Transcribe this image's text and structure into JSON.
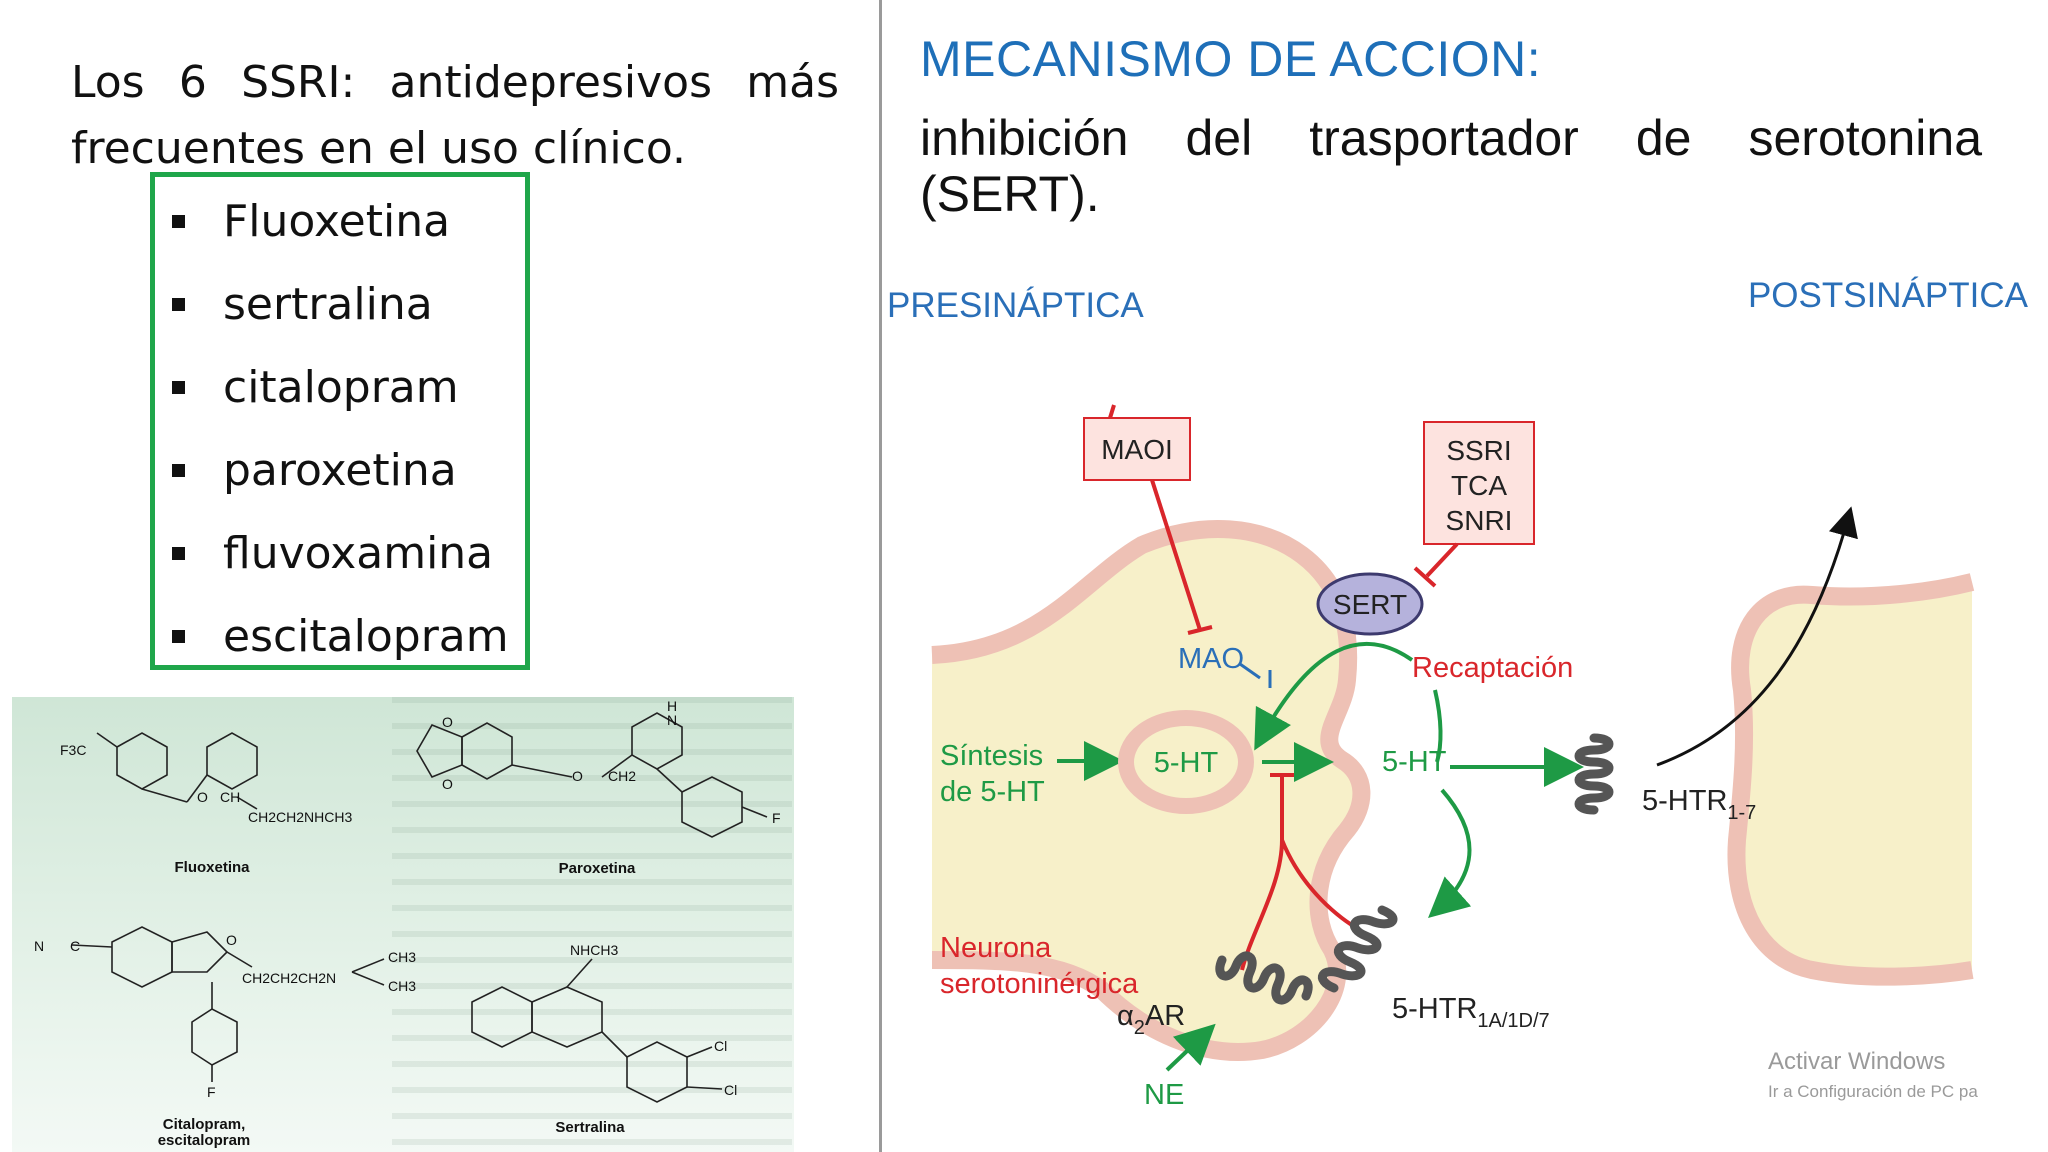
{
  "intro": {
    "words": [
      "Los",
      "6",
      "SSRI:",
      "antidepresivos",
      "más"
    ],
    "line2": "frecuentes en el uso clínico."
  },
  "drugs": [
    "Fluoxetina",
    "sertralina",
    "citalopram",
    "paroxetina",
    "fluvoxamina",
    "escitalopram"
  ],
  "structures": {
    "fluoxetina": {
      "name": "Fluoxetina",
      "labels": [
        "F3C",
        "O",
        "CH",
        "CH2CH2NHCH3"
      ]
    },
    "paroxetina": {
      "name": "Paroxetina",
      "labels": [
        "H",
        "N",
        "O",
        "O",
        "O",
        "CH2",
        "F"
      ]
    },
    "citalopram": {
      "name": "Citalopram,",
      "name2": "escitalopram",
      "labels": [
        "N",
        "C",
        "O",
        "CH2CH2CH2N",
        "CH3",
        "CH3",
        "F"
      ]
    },
    "sertralina": {
      "name": "Sertralina",
      "labels": [
        "NHCH3",
        "Cl",
        "Cl"
      ]
    }
  },
  "mechanism": {
    "title": "MECANISMO DE ACCION:",
    "text_words": [
      "inhibición",
      "del",
      "trasportador",
      "de",
      "serotonina"
    ],
    "text_line2": "(SERT)."
  },
  "diagram": {
    "presynaptic": "PRESINÁPTICA",
    "postsynaptic": "POSTSINÁPTICA",
    "maoi": "MAOI",
    "inhibitors": [
      "SSRI",
      "TCA",
      "SNRI"
    ],
    "sert": "SERT",
    "mao": "MAO",
    "reuptake": "Recaptación",
    "synthesis": [
      "Síntesis",
      "de 5-HT"
    ],
    "vesicle": "5-HT",
    "cleft_5ht": "5-HT",
    "post_receptor": "5-HTR",
    "post_receptor_sub": "1-7",
    "auto_receptor": "5-HTR",
    "auto_receptor_sub": "1A/1D/7",
    "neuron": [
      "Neurona",
      "serotoninérgica"
    ],
    "alpha": "α",
    "alpha_sub": "2",
    "alpha_rest": "AR",
    "ne": "NE",
    "colors": {
      "red": "#d9262b",
      "green": "#1e9a45",
      "blue": "#2a6fb8",
      "membrane": "#eec1b5",
      "cell": "#f7f0c9"
    }
  },
  "watermark": {
    "line1": "Activar Windows",
    "line2": "Ir a Configuración de PC pa"
  }
}
